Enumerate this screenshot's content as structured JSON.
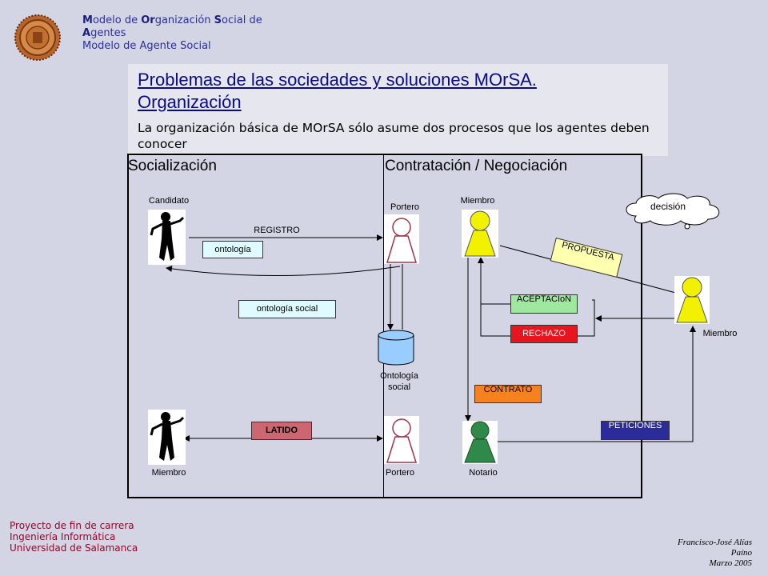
{
  "header": {
    "line1_parts": [
      {
        "b": "M",
        "t": "odelo de "
      },
      {
        "b": "Or",
        "t": "ganización "
      },
      {
        "b": "S",
        "t": "ocial de"
      }
    ],
    "line2_b": "A",
    "line2_t": "gentes",
    "line3": "Modelo de Agente Social"
  },
  "title": {
    "line1": "Problemas de las sociedades y soluciones MOrSA.",
    "line2": "Organización",
    "subtitle": "La organización básica de MOrSA sólo asume dos procesos que los agentes deben conocer"
  },
  "sections": {
    "left": "Socialización",
    "right": "Contratación / Negociación"
  },
  "diagram": {
    "candidato": "Candidato",
    "portero_top": "Portero",
    "miembro_top": "Miembro",
    "decision": "decisión",
    "registro": "REGISTRO",
    "ontologia": "ontología",
    "propuesta": "PROPUESTA",
    "ontologia_social_box": "ontología social",
    "aceptacion": "ACEPTACIoN",
    "rechazo": "RECHAZO",
    "miembro_right": "Miembro",
    "ontologia_social_db": "Ontología social",
    "contrato": "CONTRATO",
    "latido": "LATIDO",
    "peticiones": "PETICIONES",
    "miembro_bottom": "Miembro",
    "portero_bottom": "Portero",
    "notario": "Notario"
  },
  "footer": {
    "line1": "Proyecto de fin de carrera",
    "line2": "Ingeniería Informática",
    "line3": "Universidad de Salamanca",
    "author1": "Francisco-José Alías",
    "author2": "Paíno",
    "date": "Marzo 2005"
  },
  "colors": {
    "background": "#d3d4e4",
    "header_text": "#2b2f9a",
    "footer_text": "#8a0a2a",
    "yellow_agent": "#f2f200",
    "green_agent": "#2f8a4a",
    "aceptacion": "#9fe89f",
    "rechazo": "#e8141e",
    "contrato": "#f5821e",
    "latido": "#cc6670",
    "peticiones": "#2b2b9a",
    "propuesta": "#ffffb0",
    "ontology_box": "#e0fbff",
    "db": "#99ccff"
  }
}
